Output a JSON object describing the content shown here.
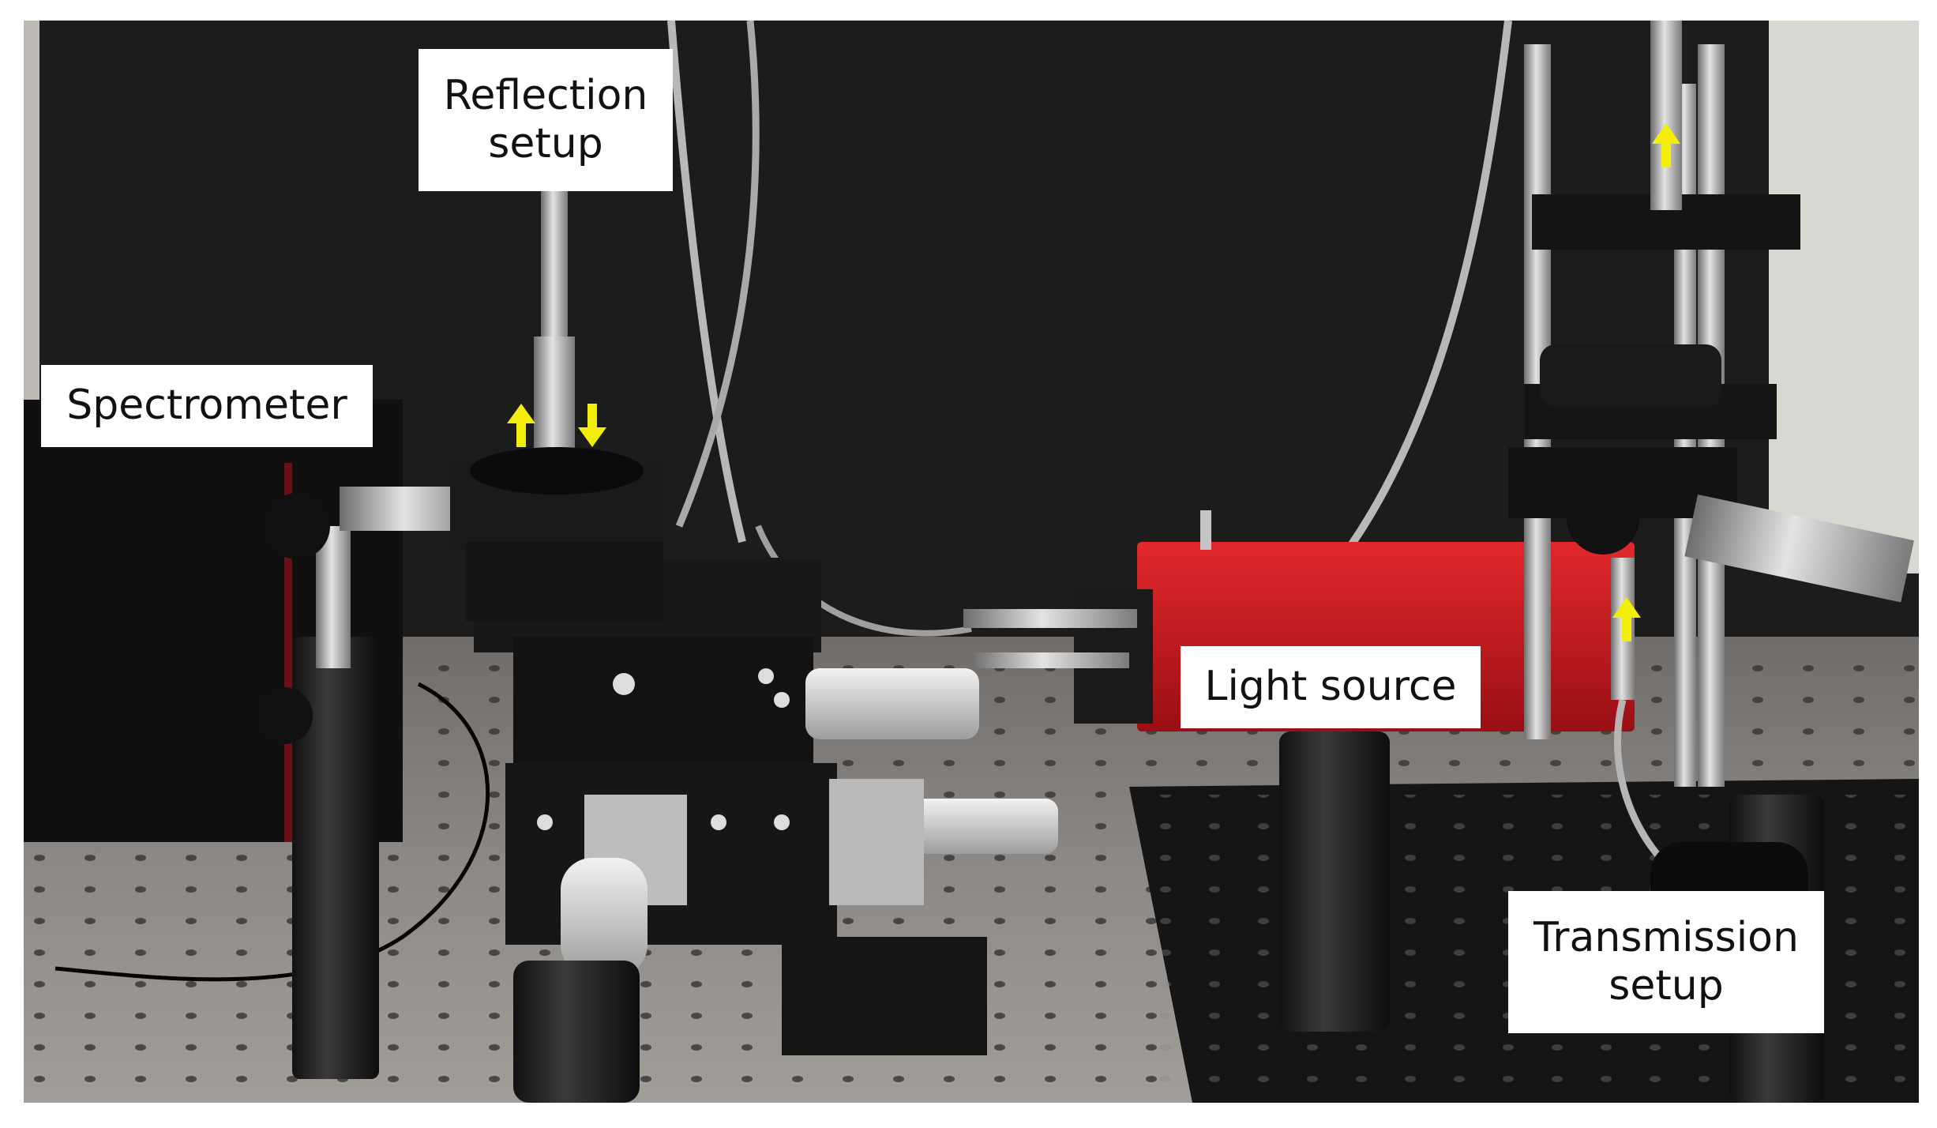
{
  "image": {
    "description_labels": {
      "reflection_line1": "Reflection",
      "reflection_line2": "setup",
      "spectrometer": "Spectrometer",
      "light_source": "Light source",
      "transmission_line1": "Transmission",
      "transmission_line2": "setup"
    },
    "colors": {
      "background": "#1b1b1b",
      "table_surface": "#8f8b88",
      "light_source_body": "#c8141b",
      "arrow": "#f2ee08",
      "label_box": "#ffffff"
    },
    "arrows": [
      {
        "name": "reflection-up-arrow",
        "direction": "up"
      },
      {
        "name": "reflection-down-arrow",
        "direction": "down"
      },
      {
        "name": "transmission-top-arrow",
        "direction": "up"
      },
      {
        "name": "transmission-bottom-arrow",
        "direction": "up"
      }
    ]
  }
}
